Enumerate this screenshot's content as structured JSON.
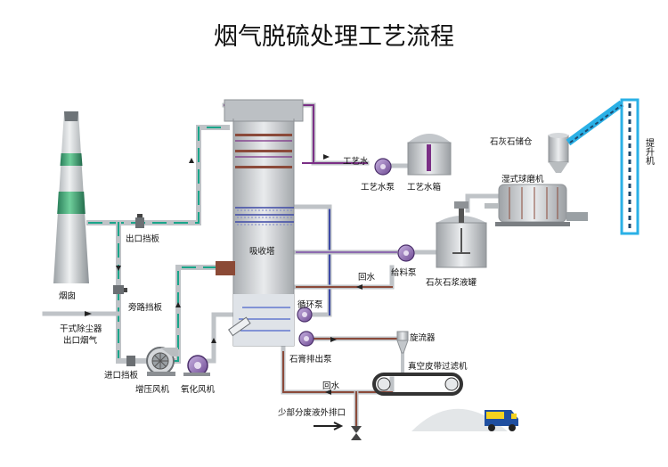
{
  "title": "烟气脱硫处理工艺流程",
  "labels": {
    "chimney": "烟囱",
    "outlet_damper": "出口挡板",
    "bypass_damper": "旁路挡板",
    "dry_dust_outlet": "干式除尘器",
    "outlet_flue_gas": "出口烟气",
    "inlet_damper": "进口挡板",
    "booster_fan": "增压风机",
    "oxidation_fan": "氧化风机",
    "absorber": "吸收塔",
    "process_water": "工艺水",
    "process_water_pump": "工艺水泵",
    "process_water_tank": "工艺水箱",
    "limestone_silo": "石灰石储仓",
    "wet_ball_mill": "湿式球磨机",
    "elevator": "提升机",
    "feed_pump": "给料泵",
    "limestone_slurry_tank": "石灰石浆液罐",
    "return_water_1": "回水",
    "circulation_pump": "循环泵",
    "hydrocyclone": "旋流器",
    "gypsum_pump": "石膏排出泵",
    "vacuum_belt_filter": "真空皮带过滤机",
    "return_water_2": "回水",
    "wastewater_outlet": "少部分废液外排口"
  },
  "colors": {
    "pipe_gray": "#bfc3c7",
    "flue_gas_green": "#1aa58a",
    "water_purple": "#7b2f86",
    "slurry_brown": "#8b4a3a",
    "tower_gray": "#cdd0d3",
    "heater_brown": "#8b4a36",
    "conveyor_blue": "#2ab0e6",
    "pump_purple": "#8e6bb0",
    "truck_blue": "#1f4fa0",
    "truck_yellow": "#f4d21f"
  }
}
